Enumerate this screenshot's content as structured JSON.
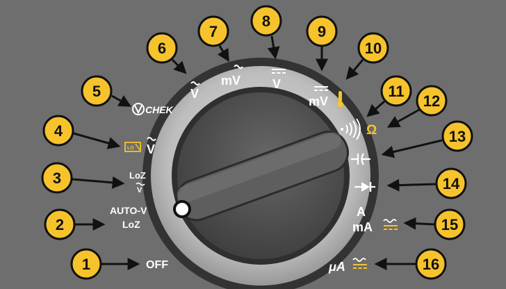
{
  "colors": {
    "background": "#6e6e6e",
    "badge_fill": "#f6c32c",
    "badge_stroke": "#111111",
    "label": "#ffffff",
    "accent": "#f6c32c"
  },
  "positions": [
    {
      "number": "1",
      "label": "OFF"
    },
    {
      "number": "2",
      "label": "AUTO-V",
      "label2": "LoZ"
    },
    {
      "number": "3",
      "label": "LoZ",
      "label2": "V"
    },
    {
      "number": "4",
      "label": "V",
      "icon": "lo-battery-icon"
    },
    {
      "number": "5",
      "label": "CHEK",
      "icon": "v-check-icon"
    },
    {
      "number": "6",
      "label": "V"
    },
    {
      "number": "7",
      "label": "mV"
    },
    {
      "number": "8",
      "label": "V"
    },
    {
      "number": "9",
      "label": "mV",
      "icon": "thermometer-icon"
    },
    {
      "number": "10",
      "label": ""
    },
    {
      "number": "11",
      "label": "",
      "icon": "continuity-icon"
    },
    {
      "number": "12",
      "label": "Ω"
    },
    {
      "number": "13",
      "label": "",
      "icon": "capacitor-icon"
    },
    {
      "number": "14",
      "label": "",
      "icon": "diode-icon"
    },
    {
      "number": "15",
      "label": "A",
      "label2": "mA"
    },
    {
      "number": "16",
      "label": "μA"
    }
  ]
}
